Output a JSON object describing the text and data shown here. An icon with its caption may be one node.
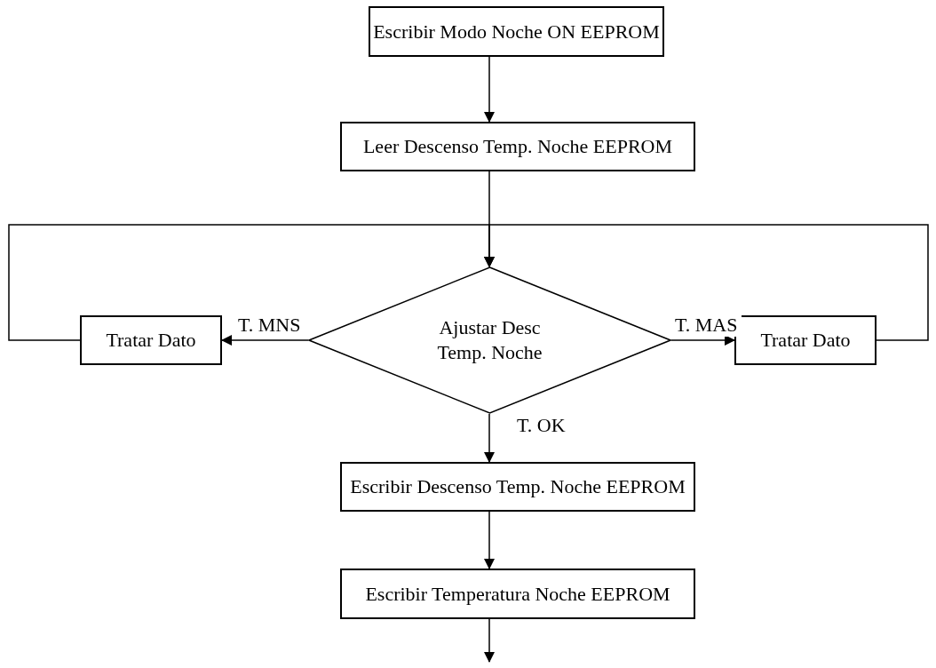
{
  "diagram": {
    "nodes": [
      {
        "text": [
          "Escribir Modo Noche ON EEPROM"
        ]
      },
      {
        "text": [
          "Leer Descenso Temp. Noche EEPROM"
        ]
      },
      {
        "text": [
          "Ajustar Desc Temp. Noche"
        ]
      },
      {
        "text": [
          "Tratar Dato"
        ]
      },
      {
        "text": [
          "Tratar Dato"
        ]
      },
      {
        "text": [
          "Escribir Descenso Temp. Noche EEPROM"
        ]
      },
      {
        "text": [
          "Escribir Temperatura Noche EEPROM"
        ]
      }
    ],
    "edges": [
      {
        "from": 0,
        "to": 1,
        "arrow": "to"
      },
      {
        "from": 1,
        "to": 2,
        "arrow": "to"
      },
      {
        "from": 2,
        "to": 3,
        "arrow": "to",
        "label": "T. MNS"
      },
      {
        "from": 2,
        "to": 4,
        "arrow": "to",
        "label": "T. MAS"
      },
      {
        "from": 3,
        "to": 2,
        "arrow": "to"
      },
      {
        "from": 4,
        "to": 2,
        "arrow": "to"
      },
      {
        "from": 2,
        "to": 5,
        "arrow": "to",
        "label": "T. OK"
      },
      {
        "from": 5,
        "to": 6,
        "arrow": "to"
      },
      {
        "from": 6,
        "to": null,
        "arrow": "to"
      }
    ]
  }
}
